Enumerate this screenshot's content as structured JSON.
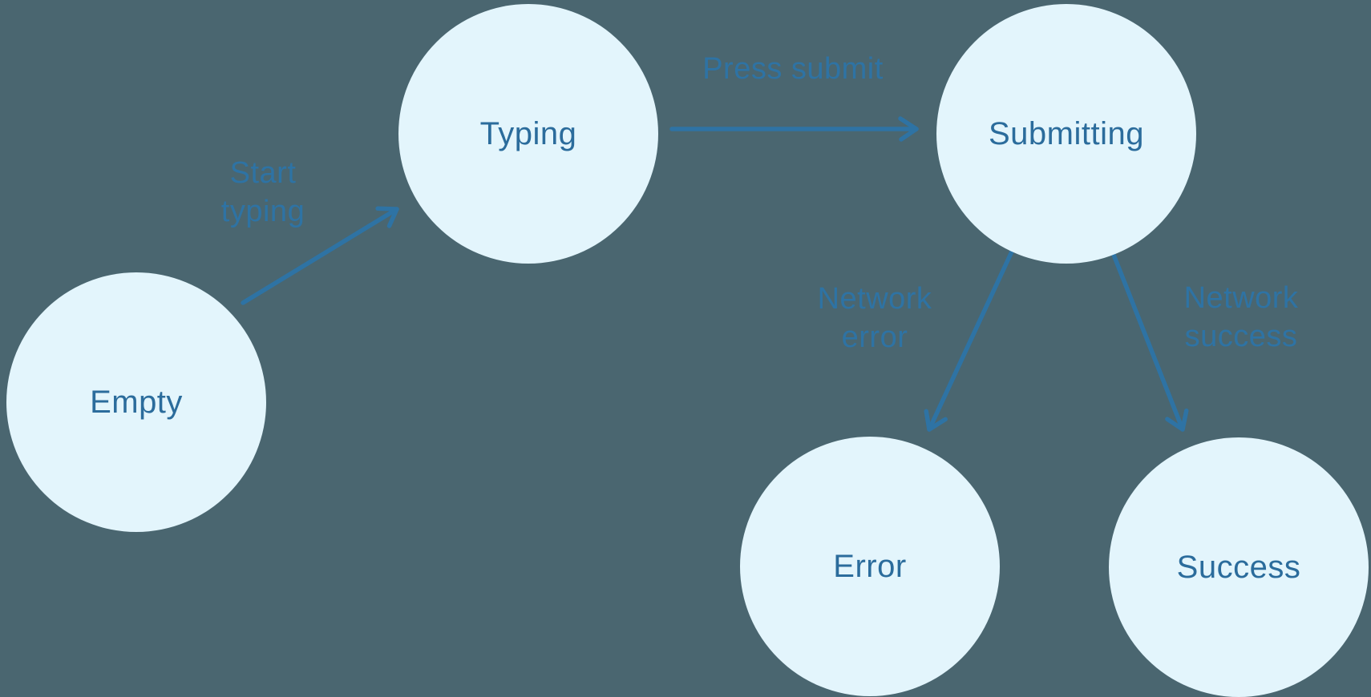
{
  "diagram": {
    "type": "state-machine",
    "states": [
      {
        "id": "empty",
        "label": "Empty"
      },
      {
        "id": "typing",
        "label": "Typing"
      },
      {
        "id": "submitting",
        "label": "Submitting"
      },
      {
        "id": "error",
        "label": "Error"
      },
      {
        "id": "success",
        "label": "Success"
      }
    ],
    "transitions": [
      {
        "id": "start-typing",
        "from": "empty",
        "to": "typing",
        "label_lines": [
          "Start",
          "typing"
        ]
      },
      {
        "id": "press-submit",
        "from": "typing",
        "to": "submitting",
        "label_lines": [
          "Press submit"
        ]
      },
      {
        "id": "network-error",
        "from": "submitting",
        "to": "error",
        "label_lines": [
          "Network",
          "error"
        ]
      },
      {
        "id": "network-success",
        "from": "submitting",
        "to": "success",
        "label_lines": [
          "Network",
          "success"
        ]
      }
    ],
    "colors": {
      "background": "#4A6670",
      "state_fill": "#E3F5FC",
      "state_text": "#2B6C9C",
      "arrow_and_labels": "#2E73A4"
    }
  }
}
